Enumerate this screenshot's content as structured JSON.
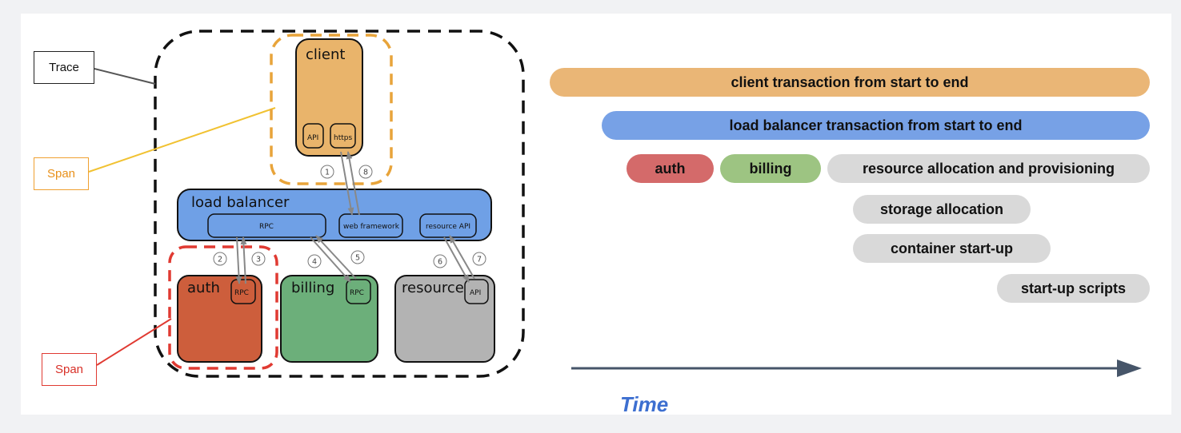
{
  "diagram": {
    "callouts": {
      "trace": "Trace",
      "span_client": "Span",
      "span_auth": "Span"
    },
    "services": {
      "client": "client",
      "load_balancer": "load balancer",
      "auth": "auth",
      "billing": "billing",
      "resource": "resource"
    },
    "endpoints": {
      "client_api": "API",
      "client_https": "https",
      "lb_rpc": "RPC",
      "lb_web_framework": "web framework",
      "lb_resource_api": "resource API",
      "auth_rpc": "RPC",
      "billing_rpc": "RPC",
      "resource_api": "API"
    },
    "steps": [
      "1",
      "2",
      "3",
      "4",
      "5",
      "6",
      "7",
      "8"
    ],
    "colors": {
      "client": "#e9b46b",
      "load_balancer": "#6fa0e6",
      "auth": "#cd5e3c",
      "billing": "#6caf7a",
      "resource": "#b3b3b3",
      "span_client": "#e8a43a",
      "span_auth": "#e03a32"
    }
  },
  "timeline": {
    "bars": [
      {
        "label": "client transaction from start to end",
        "color": "#eab676"
      },
      {
        "label": "load balancer transaction from start to end",
        "color": "#77a1e6"
      },
      {
        "label": "auth",
        "color": "#d46a6a"
      },
      {
        "label": "billing",
        "color": "#9dc482"
      },
      {
        "label": "resource allocation and provisioning",
        "color": "#d9d9d9"
      },
      {
        "label": "storage allocation",
        "color": "#d9d9d9"
      },
      {
        "label": "container start-up",
        "color": "#d9d9d9"
      },
      {
        "label": "start-up scripts",
        "color": "#d9d9d9"
      }
    ],
    "axis_label": "Time",
    "axis_color": "#465569"
  }
}
